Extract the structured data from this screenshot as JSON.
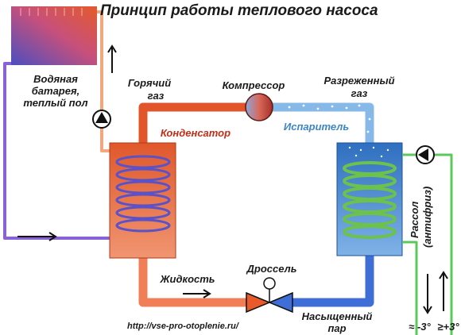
{
  "title": "Принцип работы теплового насоса",
  "labels": {
    "radiator": [
      "Водяная",
      "батарея,",
      "теплый пол"
    ],
    "hot_gas": [
      "Горячий",
      "газ"
    ],
    "compressor": "Компрессор",
    "rarefied_gas": [
      "Разреженный",
      "газ"
    ],
    "condenser": "Конденсатор",
    "evaporator": "Испаритель",
    "liquid": "Жидкость",
    "throttle": "Дроссель",
    "saturated_steam": [
      "Насыщенный",
      "пар"
    ],
    "brine": [
      "Рассол",
      "(антифриз)"
    ],
    "temp_out": "≈ -3°",
    "temp_in": "≥+3°"
  },
  "url": "http://vse-pro-otoplenie.ru/",
  "colors": {
    "hot_pipe": "#e2552b",
    "cold_pipe": "#4f7fd0",
    "radiator_hot": "#d64a2a",
    "radiator_cold": "#5a4fb8",
    "brine_pipe": "#7dc86a",
    "warm_water": "#f0a070",
    "cold_water": "#8a6ad8"
  }
}
